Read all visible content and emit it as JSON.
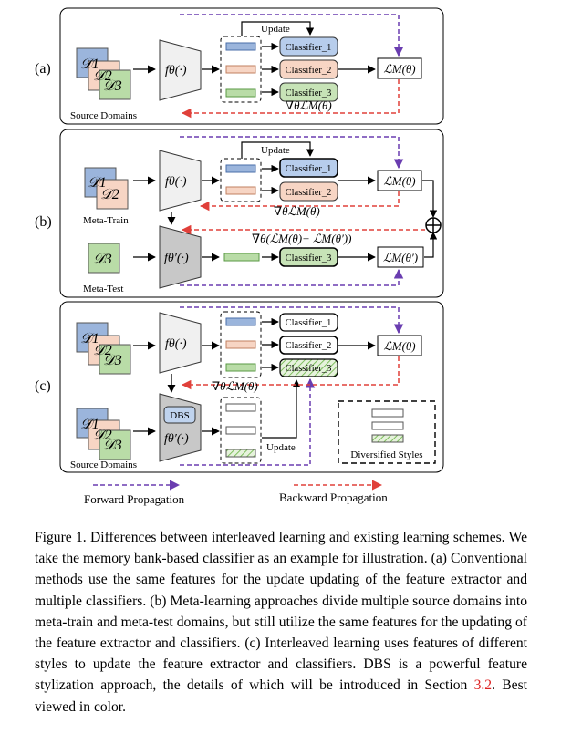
{
  "panels": {
    "a": {
      "label": "(a)",
      "extractor": "fθ(·)",
      "update": "Update",
      "classifiers": [
        "Classifier_1",
        "Classifier_2",
        "Classifier_3"
      ],
      "loss": "ℒM(θ)",
      "gradient": "∇θℒM(θ)",
      "domain_group": "Source Domains",
      "domains": [
        "𝒟1",
        "𝒟2",
        "𝒟3"
      ]
    },
    "b": {
      "label": "(b)",
      "extractor_train": "fθ(·)",
      "extractor_test": "fθ′(·)",
      "update": "Update",
      "classifiers_train": [
        "Classifier_1",
        "Classifier_2"
      ],
      "classifier_test": "Classifier_3",
      "loss_train": "ℒM(θ)",
      "loss_test": "ℒM(θ′)",
      "gradient_inner": "∇θℒM(θ)",
      "gradient_outer": "∇θ(ℒM(θ)+ ℒM(θ′))",
      "meta_train": "Meta-Train",
      "meta_test": "Meta-Test",
      "domains_train": [
        "𝒟1",
        "𝒟2"
      ],
      "domain_test": "𝒟3",
      "sum_symbol": "⊕"
    },
    "c": {
      "label": "(c)",
      "extractor_top": "fθ(·)",
      "extractor_bottom": "fθ′(·)",
      "dbs": "DBS",
      "update": "Update",
      "classifiers": [
        "Classifier_1",
        "Classifier_2",
        "Classifier_3"
      ],
      "loss": "ℒM(θ)",
      "gradient": "∇θℒM(θ)",
      "domain_group": "Source Domains",
      "diversified_styles": "Diversified Styles",
      "domains": [
        "𝒟1",
        "𝒟2",
        "𝒟3"
      ]
    }
  },
  "legend": {
    "forward": "Forward Propagation",
    "backward": "Backward Propagation"
  },
  "colors": {
    "blue": "#9bb5dc",
    "peach": "#f7d5c4",
    "green": "#b9dca7",
    "forward_arrow": "#6a3db0",
    "backward_arrow": "#e0403a"
  },
  "caption": {
    "text": "Figure 1.   Differences between interleaved learning and existing learning schemes.  We take the memory bank-based classifier as an example for illustration.  (a) Conventional methods use the same features for the update updating of the feature extractor and multiple classifiers.  (b) Meta-learning approaches divide multiple source domains into meta-train and meta-test domains, but still utilize the same features for the updating of the feature extractor and classifiers.  (c) Interleaved learning uses features of different styles to update the feature extractor and classifiers. DBS is a powerful feature stylization approach, the details of which will be introduced in Section ",
    "section_ref": "3.2",
    "tail": ". Best viewed in color."
  }
}
